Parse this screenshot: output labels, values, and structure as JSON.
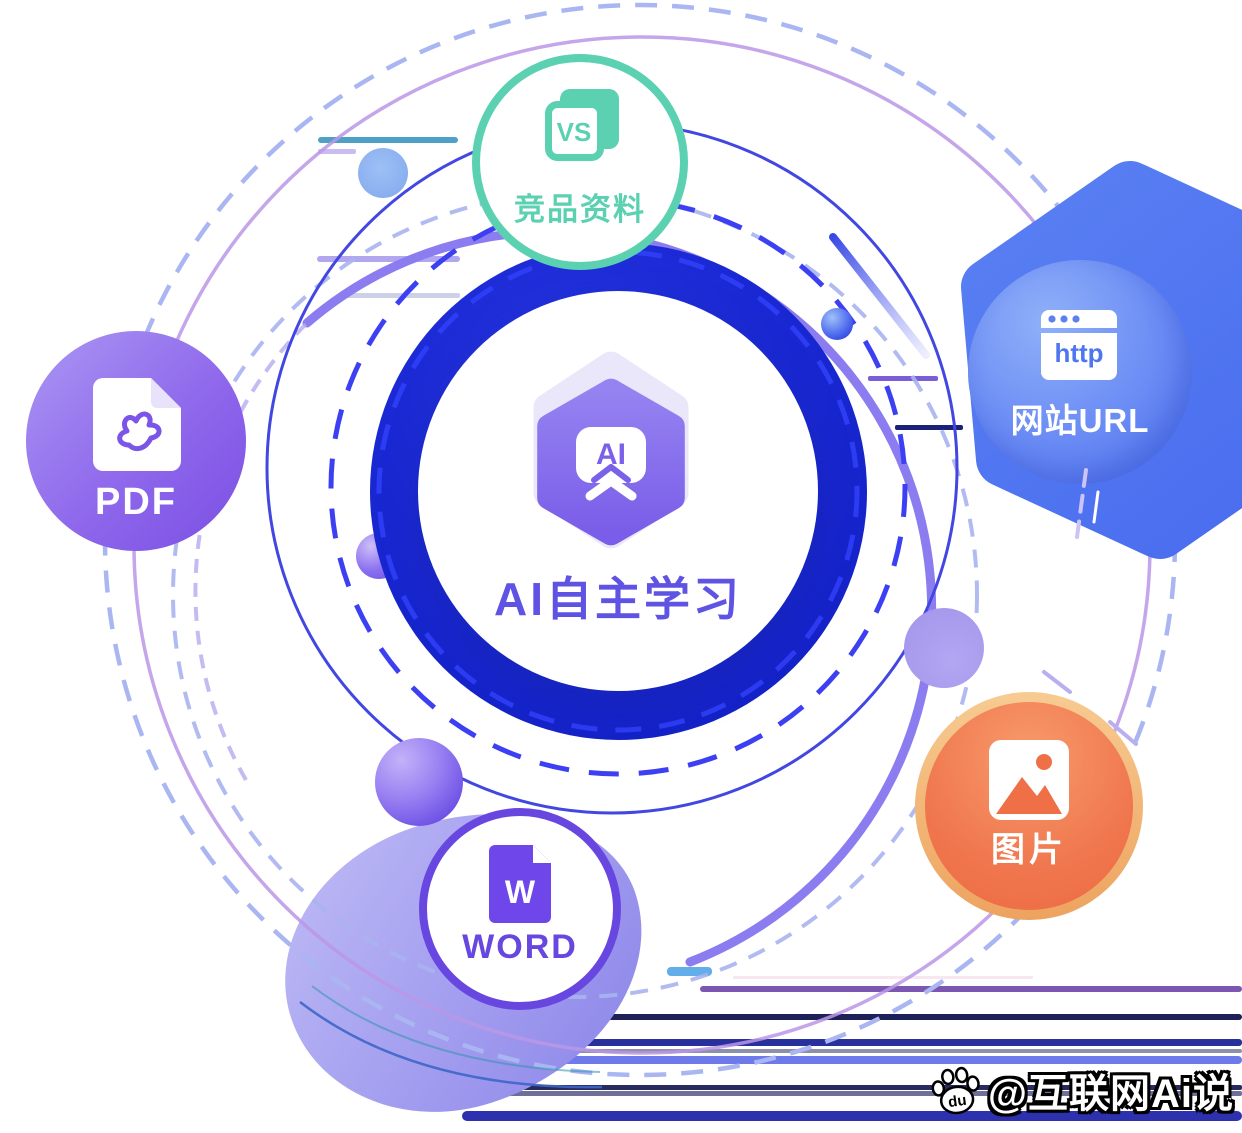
{
  "center": {
    "title": "AI自主学习",
    "badge_text": "AI"
  },
  "nodes": {
    "competitor": {
      "label": "竞品资料",
      "icon_text": "VS",
      "icon": "vs-documents-icon",
      "color": "#5bd1b1"
    },
    "url": {
      "label": "网站URL",
      "icon_text": "http",
      "icon": "browser-icon",
      "color": "#4f76ef"
    },
    "pdf": {
      "label": "PDF",
      "icon": "pdf-document-icon",
      "color": "#8a63ee"
    },
    "word": {
      "label": "WORD",
      "icon_text": "W",
      "icon": "word-document-icon",
      "color": "#6847e0"
    },
    "image": {
      "label": "图片",
      "icon": "picture-icon",
      "color": "#ee6c44"
    }
  },
  "watermark": {
    "text": "@互联网Ai说",
    "paw_text": "du"
  },
  "palette": {
    "center_disc_blue": "#1a28d3",
    "center_dash_blue": "#2e3ef5",
    "title_purple": "#5f53e4",
    "hexagon_purple": "#8672ec",
    "ring_solid_blue": "#4347e2",
    "ring_dashed_blue": "#3c40f2",
    "ring_thick_purple": "#8b7cf0",
    "ring_violet": "#bb97e6",
    "ring_lavender": "#aab6f2",
    "mint": "#5bd1b1",
    "url_hexagon_blue": "#507af1",
    "pdf_purple": "#8f68ec",
    "word_purple": "#6847e0",
    "image_orange": "#ef7049",
    "image_ring_orange": "#f2b377",
    "blob_lavender": "#a7a2f0"
  }
}
